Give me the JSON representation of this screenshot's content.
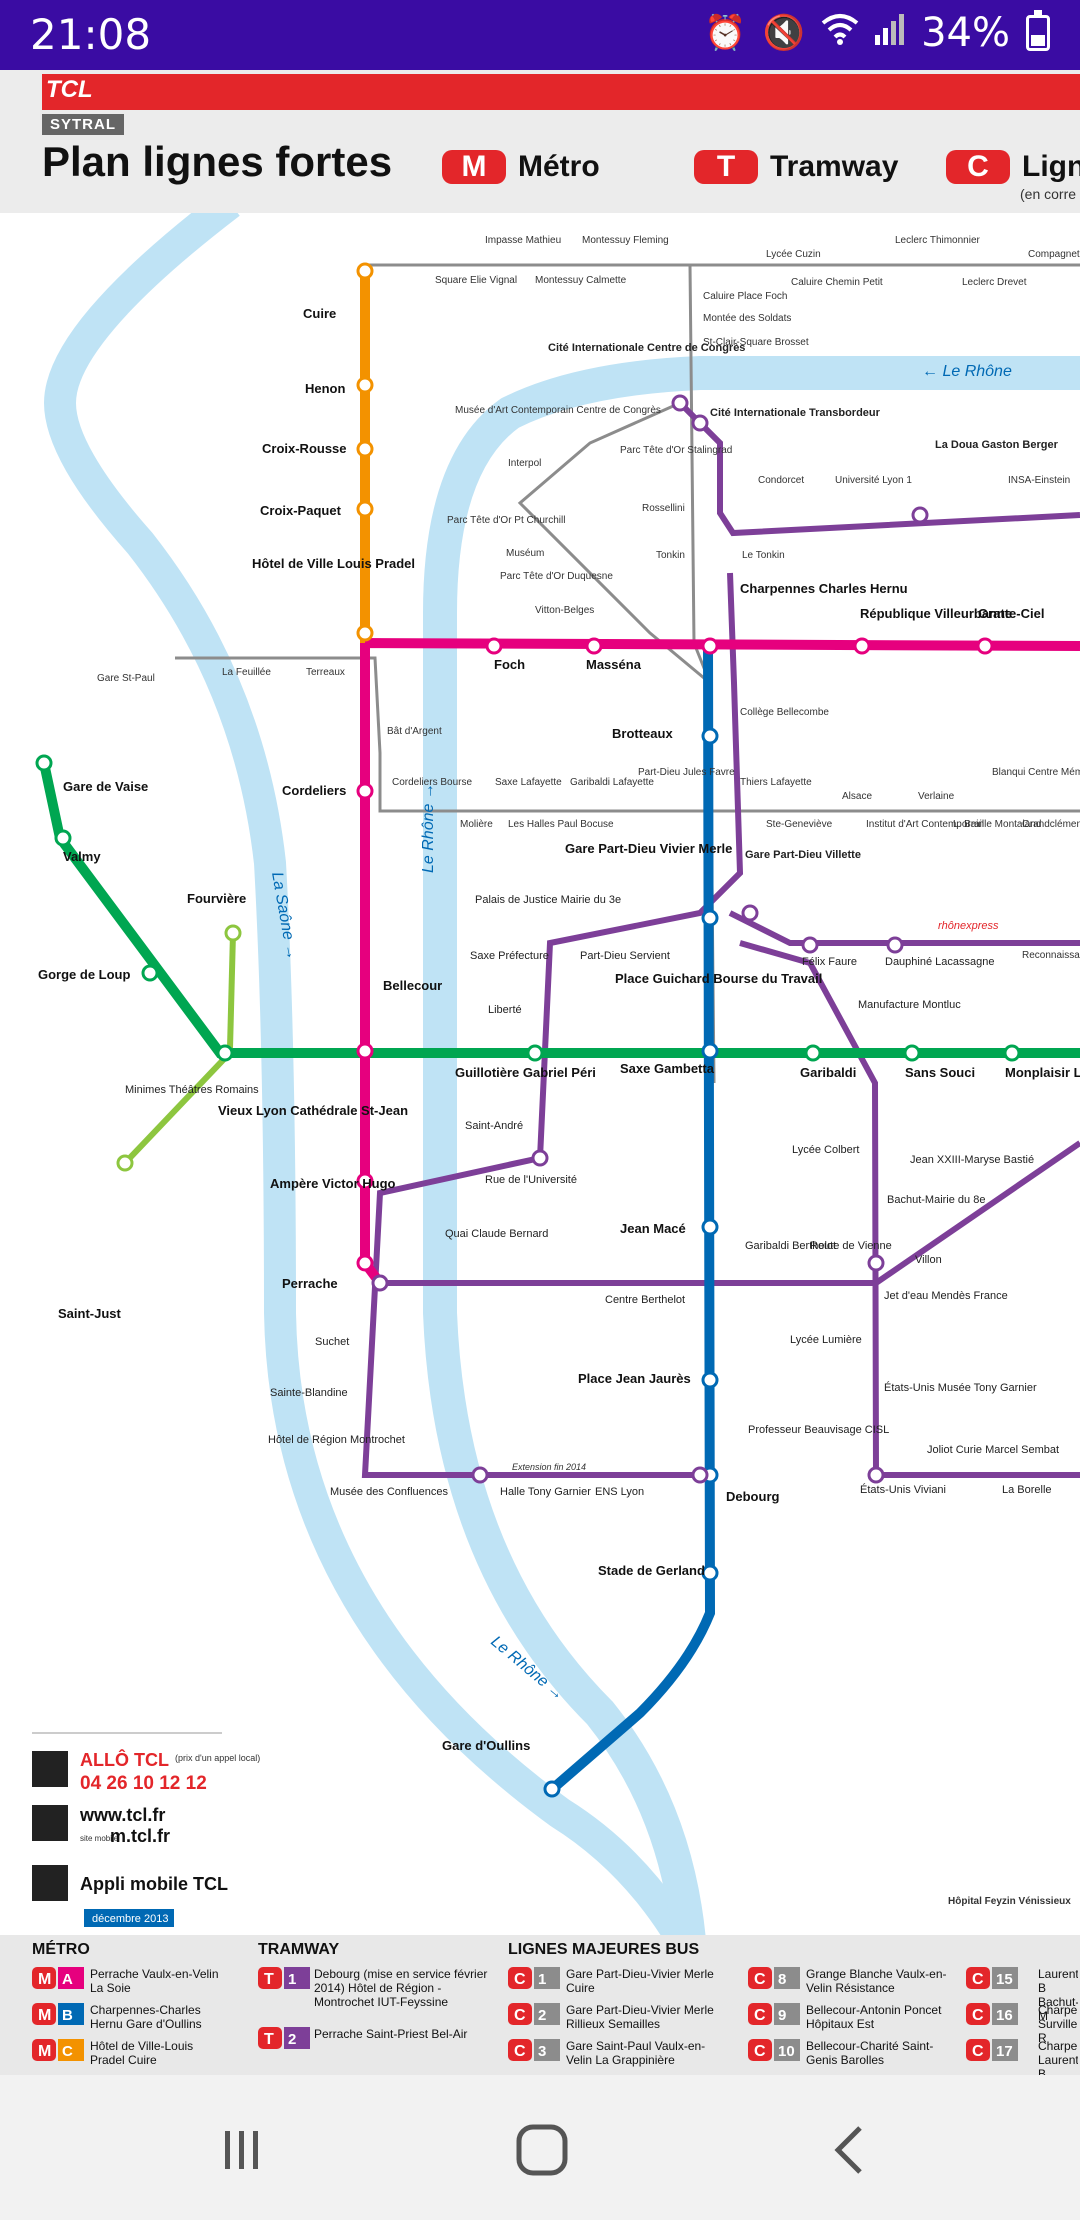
{
  "status_bar": {
    "time": "21:08",
    "battery": "34%"
  },
  "header": {
    "brand": "TCL",
    "sytral": "SYTRAL",
    "title": "Plan lignes fortes",
    "legend": [
      {
        "letter": "M",
        "label": "Métro"
      },
      {
        "letter": "T",
        "label": "Tramway"
      },
      {
        "letter": "C",
        "label": "Ligne",
        "sub": "(en corre"
      }
    ]
  },
  "colors": {
    "metro_a": "#e6007e",
    "metro_b": "#0069b4",
    "metro_c": "#f39200",
    "metro_d": "#00a651",
    "tram": "#7d3f98",
    "funicular": "#8dc63f",
    "bus": "#8c8c8c",
    "river": "#bfe3f5",
    "red": "#e3262a"
  },
  "rivers": [
    "← Le Rhône",
    "La Saône →",
    "Le Rhône →",
    "Le Rhône →"
  ],
  "stations": {
    "metro_c": [
      "Cuire",
      "Henon",
      "Croix-Rousse",
      "Croix-Paquet",
      "Hôtel de Ville Louis Pradel"
    ],
    "metro_a": [
      "Foch",
      "Masséna",
      "Charpennes Charles Hernu",
      "République Villeurbanne",
      "Gratte-Ciel",
      "Cordeliers",
      "Bellecour",
      "Ampère Victor Hugo",
      "Perrache"
    ],
    "metro_b": [
      "Brotteaux",
      "Gare Part-Dieu Vivier Merle",
      "Place Guichard Bourse du Travail",
      "Saxe Gambetta",
      "Jean Macé",
      "Place Jean Jaurès",
      "Debourg",
      "Stade de Gerland",
      "Gare d'Oullins"
    ],
    "metro_d": [
      "Gare de Vaise",
      "Valmy",
      "Gorge de Loup",
      "Vieux Lyon Cathédrale St-Jean",
      "Guillotière Gabriel Péri",
      "Garibaldi",
      "Sans Souci",
      "Monplaisir Lumière"
    ],
    "funicular": [
      "Fourvière",
      "Minimes Théâtres Romains",
      "Saint-Just"
    ],
    "tram": [
      "Cité Internationale Centre de Congrès",
      "Cité Internationale Transbordeur",
      "La Doua Gaston Berger",
      "Gare Part-Dieu Villette",
      "Félix Faure",
      "Dauphiné Lacassagne",
      "Manufacture Montluc",
      "Villon",
      "Jet d'eau Mendès France",
      "Lycée Lumière",
      "États-Unis Musée Tony Garnier",
      "Joliot Curie Marcel Sembat",
      "États-Unis Viviani",
      "La Borelle",
      "Centre Berthelot",
      "Suchet",
      "Sainte-Blandine",
      "Hôtel de Région Montrochet",
      "Musée des Confluences",
      "Halle Tony Garnier",
      "ENS Lyon",
      "Saxe Préfecture",
      "Liberté",
      "Saint-André",
      "Rue de l'Université",
      "Quai Claude Bernard",
      "Palais de Justice Mairie du 3e",
      "Part-Dieu Servient",
      "Jean XXIII-Maryse Bastié",
      "Bachut-Mairie du 8e",
      "Lycée Colbert",
      "Garibaldi Berthelot",
      "Route de Vienne",
      "Professeur Beauvisage CISL"
    ],
    "bus": [
      "Square Elie Vignal",
      "Impasse Mathieu",
      "Montessuy Calmette",
      "Montessuy Fleming",
      "Lycée Cuzin",
      "Caluire Chemin Petit",
      "Leclerc Thimonnier",
      "Leclerc Drevet",
      "Compagnet",
      "Caluire Place Foch",
      "Montée des Soldats",
      "St-Clair-Square Brosset",
      "Musée d'Art Contemporain Centre de Congrès",
      "Parc Tête d'Or Stalingrad",
      "Interpol",
      "Rossellini",
      "Parc Tête d'Or Pt Churchill",
      "Muséum",
      "Parc Tête d'Or Duquesne",
      "Tonkin",
      "Le Tonkin",
      "Vitton-Belges",
      "Condorcet",
      "Université Lyon 1",
      "INSA-Einstein",
      "Gare St-Paul",
      "La Feuillée",
      "Terreaux",
      "Bât d'Argent",
      "Collège Bellecombe",
      "Cordeliers Bourse",
      "Saxe Lafayette",
      "Garibaldi Lafayette",
      "Part-Dieu Jules Favre",
      "Thiers Lafayette",
      "Molière",
      "Les Halles Paul Bocuse",
      "Ste-Geneviève",
      "Alsace",
      "Institut d'Art Contemporain",
      "Verlaine",
      "L. Braille Montaland",
      "Blanqui Centre Mémoires et Société",
      "Grandclément",
      "Reconnaissance Balzac",
      "Hôpital Feyzin Vénissieux"
    ]
  },
  "annotations": {
    "rhonexpress": "rhônexpress",
    "extension": "Extension fin 2014"
  },
  "contact": {
    "allo": "ALLÔ TCL",
    "allo_note": "(prix d'un appel local)",
    "phone": "04 26 10 12 12",
    "web": "www.tcl.fr",
    "mobile_label": "site mobile",
    "mobile": "m.tcl.fr",
    "app": "Appli mobile TCL",
    "date": "décembre 2013"
  },
  "bottom_legend": {
    "metro_head": "MÉTRO",
    "tram_head": "TRAMWAY",
    "bus_head": "LIGNES MAJEURES BUS",
    "metro": [
      "Perrache Vaulx-en-Velin La Soie",
      "Charpennes-Charles Hernu Gare d'Oullins",
      "Hôtel de Ville-Louis Pradel Cuire"
    ],
    "tram": [
      "Debourg (mise en service février 2014) Hôtel de Région - Montrochet IUT-Feyssine",
      "Perrache Saint-Priest Bel-Air"
    ],
    "bus": [
      "Gare Part-Dieu-Vivier Merle Cuire",
      "Gare Part-Dieu-Vivier Merle Rillieux Semailles",
      "Gare Saint-Paul Vaulx-en-Velin La Grappinière",
      "Grange Blanche Vaulx-en-Velin Résistance",
      "Bellecour-Antonin Poncet Hôpitaux Est",
      "Bellecour-Charité Saint-Genis Barolles",
      "Laurent B Bachut-M",
      "Charpenn Surville R",
      "Charpenn Laurent B Porte des"
    ]
  }
}
